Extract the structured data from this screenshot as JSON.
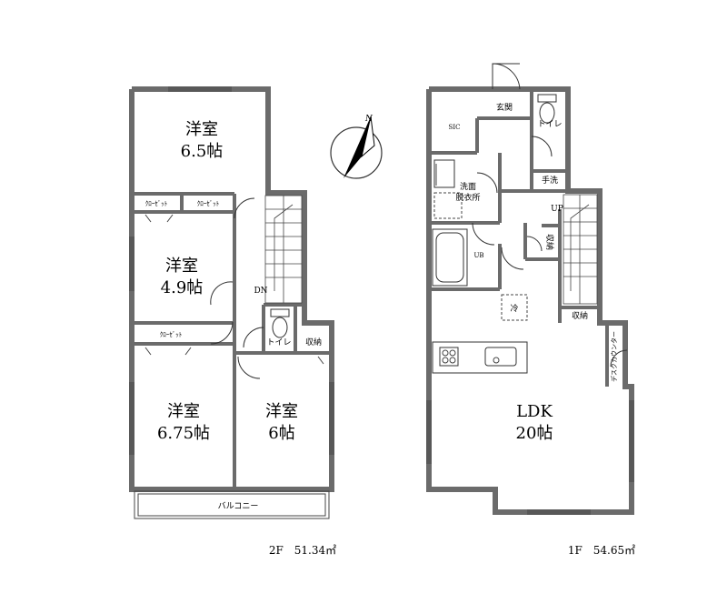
{
  "floor2": {
    "rooms": [
      {
        "line1": "洋室",
        "line2": "6.5帖"
      },
      {
        "line1": "洋室",
        "line2": "4.9帖"
      },
      {
        "line1": "洋室",
        "line2": "6.75帖"
      },
      {
        "line1": "洋室",
        "line2": "6帖"
      }
    ],
    "closet1": "ｸﾛｰｾﾞｯﾄ",
    "closet2": "ｸﾛｰｾﾞｯﾄ",
    "closet3": "ｸﾛｰｾﾞｯﾄ",
    "toilet": "トイレ",
    "storage": "収納",
    "balcony": "バルコニー",
    "dn": "DN",
    "area": "2F　51.34㎡"
  },
  "floor1": {
    "sic": "SIC",
    "entrance": "玄関",
    "toilet": "トイレ",
    "washroom1": "洗面",
    "washroom2": "脱衣所",
    "handwash": "手洗",
    "up": "UP",
    "storage1": "収納",
    "storage2": "収納",
    "ub": "UB",
    "fridge": "冷",
    "desk_counter": "デスクカウンター",
    "ldk1": "LDK",
    "ldk2": "20帖",
    "area": "1F　54.65㎡"
  },
  "compass": {
    "north": "N"
  }
}
